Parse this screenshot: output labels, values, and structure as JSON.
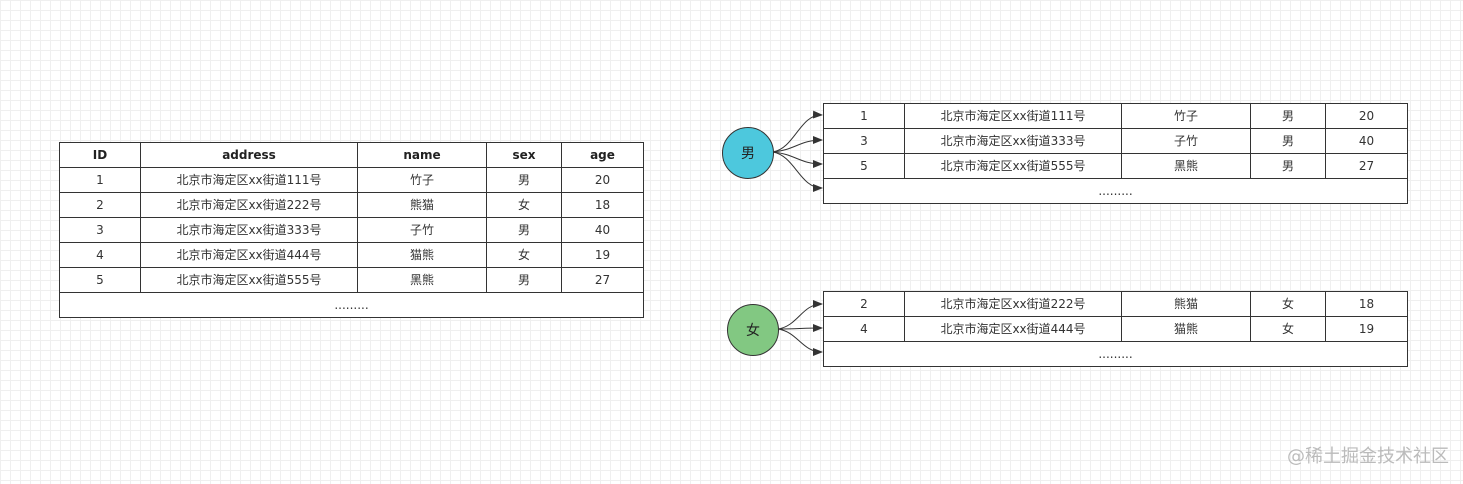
{
  "main_table": {
    "headers": [
      "ID",
      "address",
      "name",
      "sex",
      "age"
    ],
    "rows": [
      [
        "1",
        "北京市海定区xx街道111号",
        "竹子",
        "男",
        "20"
      ],
      [
        "2",
        "北京市海定区xx街道222号",
        "熊猫",
        "女",
        "18"
      ],
      [
        "3",
        "北京市海定区xx街道333号",
        "子竹",
        "男",
        "40"
      ],
      [
        "4",
        "北京市海定区xx街道444号",
        "猫熊",
        "女",
        "19"
      ],
      [
        "5",
        "北京市海定区xx街道555号",
        "黑熊",
        "男",
        "27"
      ]
    ],
    "ellipsis": "........."
  },
  "male_group": {
    "label": "男",
    "color": "#4dc8dd",
    "rows": [
      [
        "1",
        "北京市海定区xx街道111号",
        "竹子",
        "男",
        "20"
      ],
      [
        "3",
        "北京市海定区xx街道333号",
        "子竹",
        "男",
        "40"
      ],
      [
        "5",
        "北京市海定区xx街道555号",
        "黑熊",
        "男",
        "27"
      ]
    ],
    "ellipsis": "........."
  },
  "female_group": {
    "label": "女",
    "color": "#82c882",
    "rows": [
      [
        "2",
        "北京市海定区xx街道222号",
        "熊猫",
        "女",
        "18"
      ],
      [
        "4",
        "北京市海定区xx街道444号",
        "猫熊",
        "女",
        "19"
      ]
    ],
    "ellipsis": "........."
  },
  "watermark": "@稀土掘金技术社区"
}
